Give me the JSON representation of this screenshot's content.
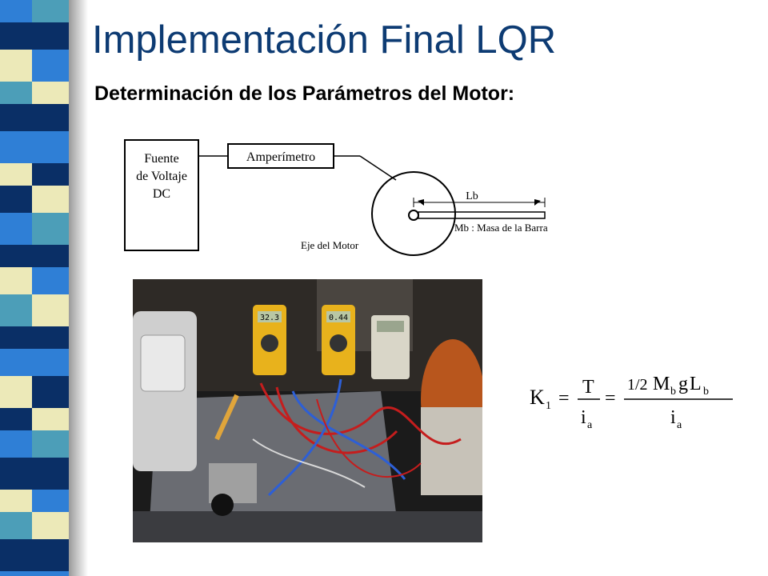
{
  "slide": {
    "title": "Implementación Final LQR",
    "subtitle": "Determinación de los Parámetros del Motor:"
  },
  "diagram": {
    "source_line1": "Fuente",
    "source_line2": "de Voltaje",
    "source_line3": "DC",
    "ammeter": "Amperímetro",
    "length_label": "Lb",
    "mass_label": "Mb : Masa de la Barra",
    "axis_label": "Eje del Motor"
  },
  "photo": {
    "meter1_reading": "32.3",
    "meter2_reading": "0.44"
  },
  "formula": {
    "k": "K",
    "k_sub": "1",
    "eq": "=",
    "t": "T",
    "i": "i",
    "i_sub": "a",
    "half": "1/2",
    "m": "M",
    "m_sub": "b",
    "g": "g",
    "l": "L",
    "l_sub": "b"
  },
  "colors": {
    "title": "#0d3b73",
    "stripe_blue": "#2f7fd6",
    "stripe_dark": "#0a2f66",
    "stripe_cream": "#ece9b8",
    "stripe_teal": "#4c9eb8"
  }
}
